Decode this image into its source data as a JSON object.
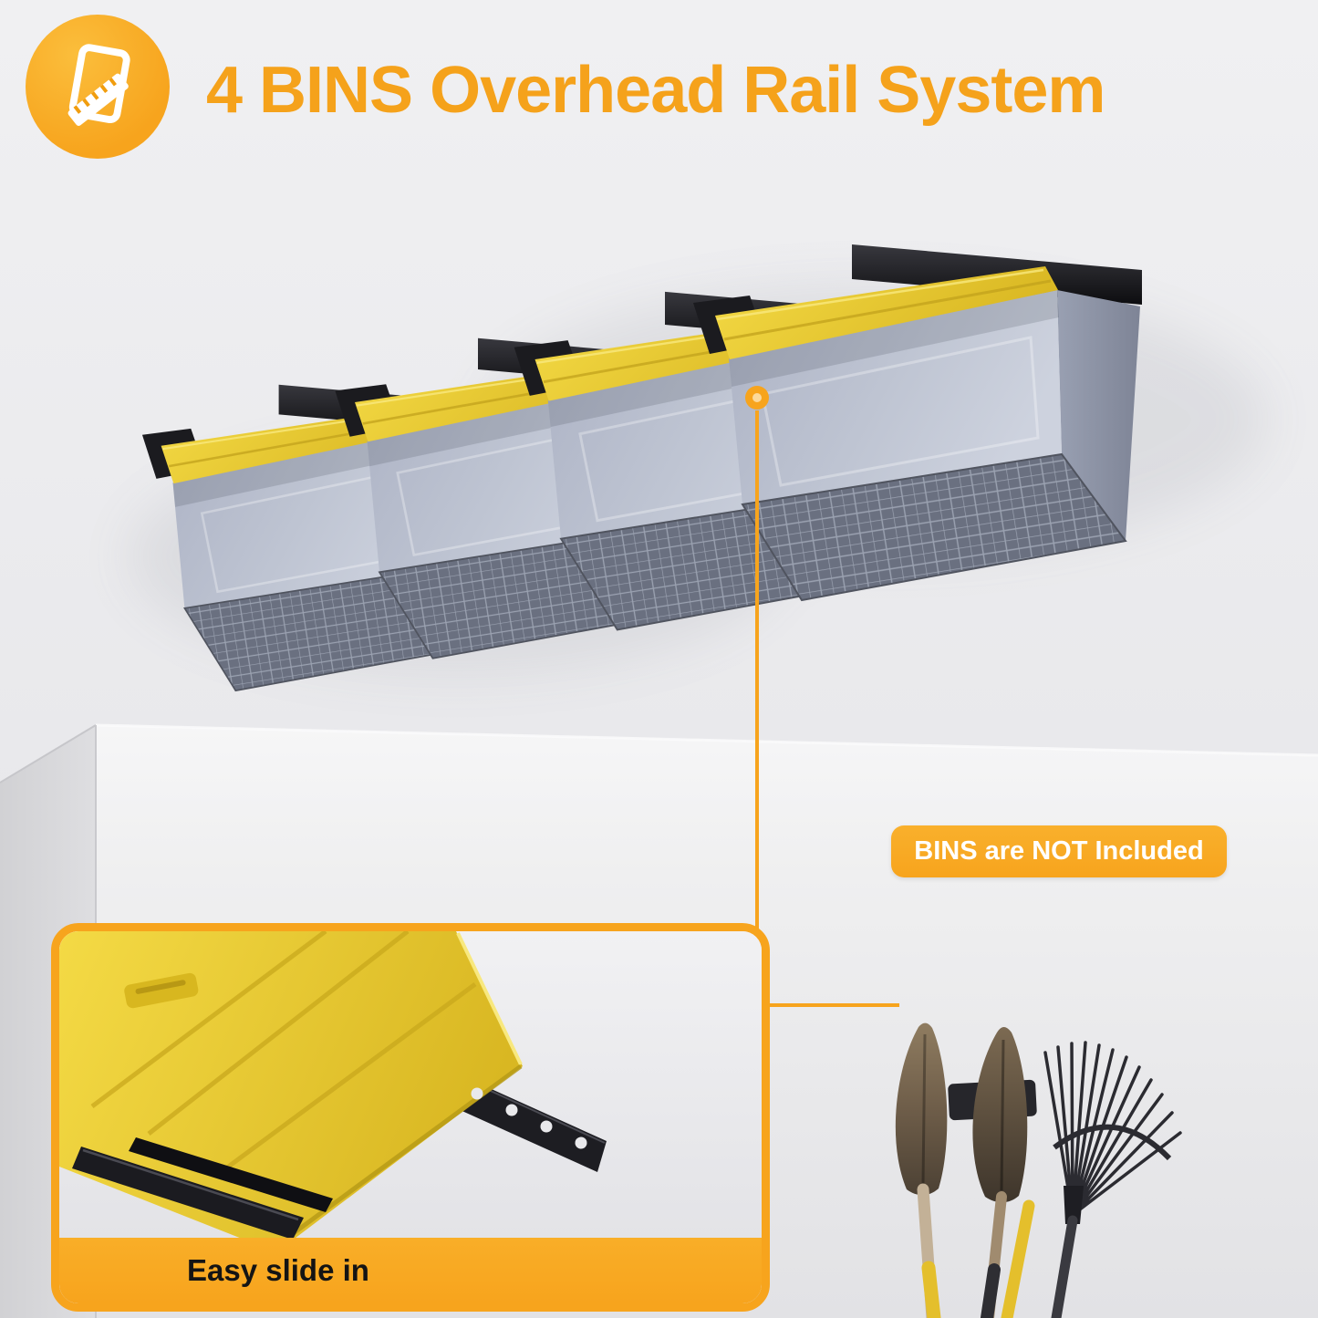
{
  "header": {
    "title": "4 BINS Overhead Rail System",
    "badge_icon": "ruler-board-icon"
  },
  "callout": {
    "label": "BINS are NOT Included"
  },
  "inset": {
    "caption": "Easy slide in"
  },
  "scene": {
    "bin_count": 4,
    "description_elements": [
      "overhead-rails",
      "storage-bins",
      "mesh-bottoms",
      "garden-tools-on-wall"
    ]
  },
  "colors": {
    "accent": "#F7A41D",
    "title": "#F5A21B",
    "label_text": "#FFFFFF",
    "caption_text": "#141414",
    "lid_yellow": "#E9C72E",
    "bin_body": "#BEC4D2",
    "rail_black": "#17171A",
    "ceiling": "#E9E9EB",
    "wall": "#EFEFF0"
  }
}
